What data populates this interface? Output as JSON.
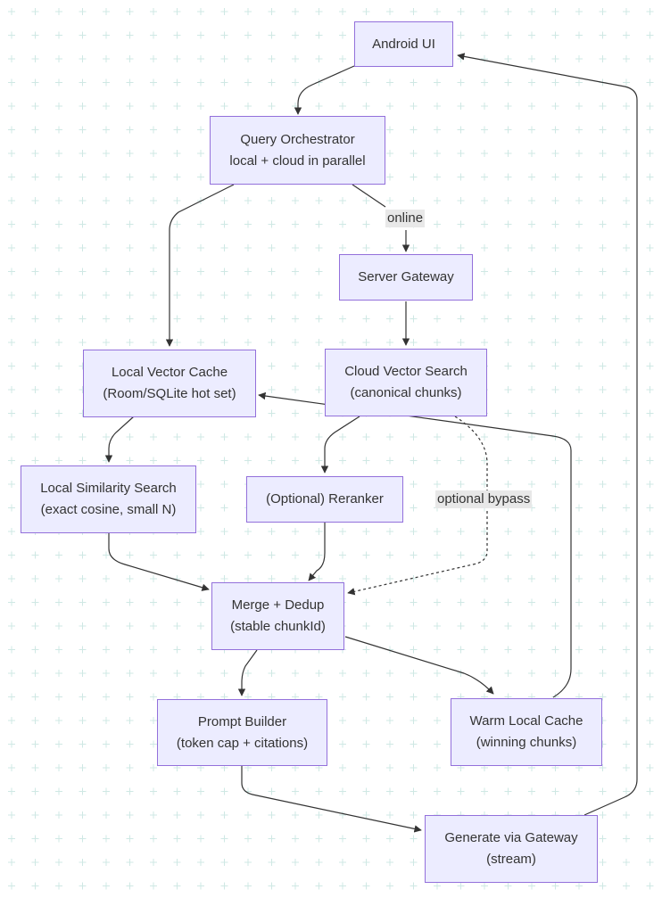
{
  "nodes": {
    "android_ui": {
      "line1": "Android UI",
      "line2": ""
    },
    "orchestrator": {
      "line1": "Query Orchestrator",
      "line2": "local + cloud in parallel"
    },
    "gateway": {
      "line1": "Server Gateway",
      "line2": ""
    },
    "local_cache": {
      "line1": "Local Vector Cache",
      "line2": "(Room/SQLite hot set)"
    },
    "cloud_search": {
      "line1": "Cloud Vector Search",
      "line2": "(canonical chunks)"
    },
    "local_search": {
      "line1": "Local Similarity Search",
      "line2": "(exact cosine, small N)"
    },
    "reranker": {
      "line1": "(Optional) Reranker",
      "line2": ""
    },
    "merge": {
      "line1": "Merge + Dedup",
      "line2": "(stable chunkId)"
    },
    "prompt": {
      "line1": "Prompt Builder",
      "line2": "(token cap + citations)"
    },
    "warm": {
      "line1": "Warm Local Cache",
      "line2": "(winning chunks)"
    },
    "generate": {
      "line1": "Generate via Gateway",
      "line2": "(stream)"
    }
  },
  "edge_labels": {
    "online": "online",
    "bypass": "optional bypass"
  },
  "colors": {
    "node_fill": "#ececff",
    "node_border": "#9370db",
    "edge": "#333333",
    "text": "#333333",
    "label_bg": "#e8e8e8",
    "grid_plus": "#cfe8e4"
  }
}
